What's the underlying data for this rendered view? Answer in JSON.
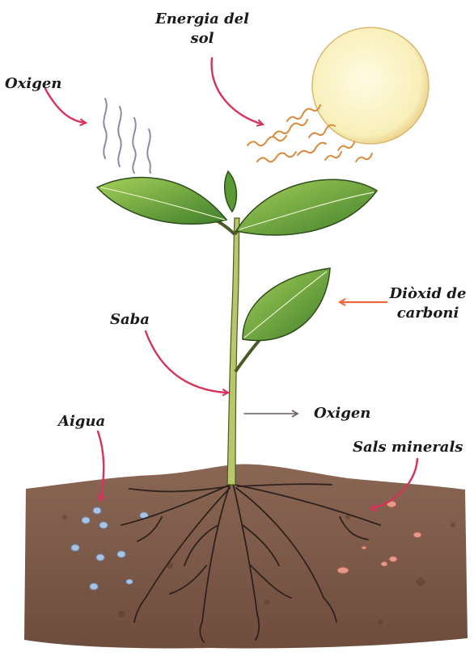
{
  "labels": {
    "sun_energy": [
      "Energia del",
      "sol"
    ],
    "oxygen_top": "Oxigen",
    "co2": [
      "Diòxid de",
      "carboni"
    ],
    "sap": "Saba",
    "oxygen_mid": "Oxigen",
    "water": "Aigua",
    "minerals": "Sals minerals"
  },
  "colors": {
    "arrow_pink": "#d6335c",
    "arrow_orange": "#e8663a",
    "arrow_grey": "#6b5a63",
    "leaf": "#6fa83a",
    "leaf_light": "#a6cf5a",
    "stem": "#b9c76a",
    "soil": "#7d5b49",
    "sun": "#fbf3c4",
    "sun_rays": "#d98a3c",
    "oxygen_lines": "#8f8aa0",
    "water_drops": "#a9c3e2",
    "minerals": "#e49a88",
    "roots": "#2f211b"
  }
}
